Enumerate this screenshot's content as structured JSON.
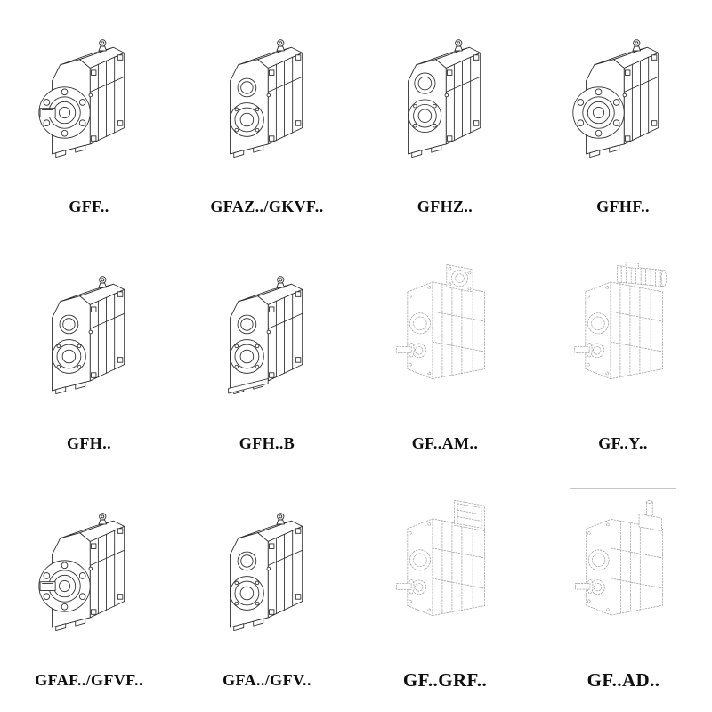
{
  "page": {
    "background": "#ffffff",
    "line_color": "#2a2a2a",
    "dashed_line_color": "#949494"
  },
  "cells": [
    {
      "label": "GFF..",
      "variant": "flange-with-shaft",
      "style": "solid"
    },
    {
      "label": "GFAZ../GKVF..",
      "variant": "hollow-bore",
      "style": "solid"
    },
    {
      "label": "GFHZ..",
      "variant": "hollow-bore-high",
      "style": "solid"
    },
    {
      "label": "GFHF..",
      "variant": "flange",
      "style": "solid"
    },
    {
      "label": "GFH..",
      "variant": "hollow-bore",
      "style": "solid"
    },
    {
      "label": "GFH..B",
      "variant": "hollow-bore-base",
      "style": "solid"
    },
    {
      "label": "GF..AM..",
      "variant": "adapter-flange",
      "style": "dashed"
    },
    {
      "label": "GF..Y..",
      "variant": "motor-mounted",
      "style": "dashed"
    },
    {
      "label": "GFAF../GFVF..",
      "variant": "flange-with-shaft",
      "style": "solid"
    },
    {
      "label": "GFA../GFV..",
      "variant": "hollow-bore",
      "style": "solid"
    },
    {
      "label": "GF..GRF..",
      "variant": "compact-drive",
      "style": "dashed"
    },
    {
      "label": "GF..AD..",
      "variant": "input-shaft-adapter",
      "style": "dashed"
    }
  ]
}
